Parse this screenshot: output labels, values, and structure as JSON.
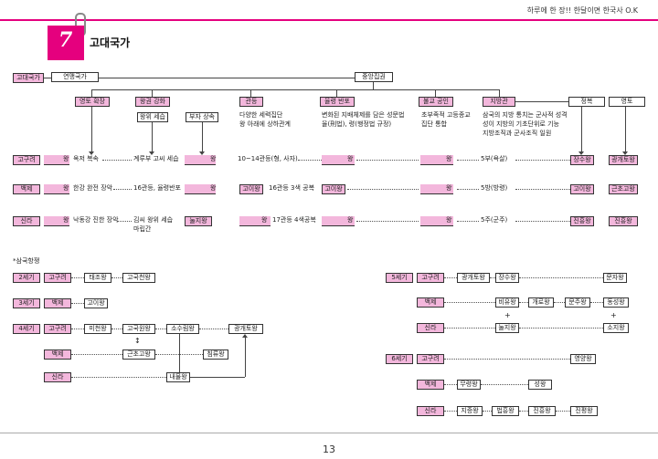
{
  "header": {
    "tagline": "하루에 한 장!! 한달이면 한국사 O.K"
  },
  "chapter": {
    "number": "7",
    "title": "고대국가"
  },
  "diagram": {
    "root": "고대국가",
    "yeonmaeng": "연맹국가",
    "jungang": "중앙집권",
    "features": [
      "영토 확장",
      "왕권 강화",
      "관등",
      "율령 반포",
      "불교 공인",
      "지방관"
    ],
    "jeongbok": "정복",
    "yeongto": "영토",
    "wanggwon_sub": "왕위 세습",
    "buja": "부자 상속",
    "gwandeung_desc": [
      "다양한 세력집단",
      "왕 아래에 상하관계"
    ],
    "yullyeong_desc": [
      "변화된 지배체제를 담은 성문법",
      "율(刑법), 령(행정법 규정)"
    ],
    "bulgyo_desc": [
      "초부족적 고등종교",
      "집단 통합"
    ],
    "jibang_desc": [
      "삼국의 지방 통치는 군사적 성격",
      "성이 지방의 기초단위로 기능",
      "지방조직과 군사조직 일원"
    ],
    "rows": [
      {
        "kingdom": "고구려",
        "wang": "왕",
        "t1": "옥저 복속",
        "t2": "계루부 고씨 세습",
        "t3": "왕",
        "t4": "10~14관등(형, 사자)",
        "t5": "왕",
        "t6": "왕",
        "t7": "5부(욕살)",
        "k1": "장수왕",
        "k2": "광개토왕"
      },
      {
        "kingdom": "백제",
        "wang": "왕",
        "t1": "한강 완전 장악",
        "t2": "16관등, 율령반포",
        "t3": "왕",
        "king_mid": "고이왕",
        "t4": "16관등 3색 공복",
        "t5": "고이왕",
        "t6": "왕",
        "t7": "5방(방령)",
        "k1": "고이왕",
        "k2": "근초고왕"
      },
      {
        "kingdom": "신라",
        "wang": "왕",
        "t1": "낙동강 진한 장악",
        "t2": "김씨 왕위 세습",
        "t2b": "마립간",
        "king_mid": "눌지왕",
        "t3": "왕",
        "t4": "17관등 4색공복",
        "t5": "왕",
        "t6": "왕",
        "t7": "5주(군주)",
        "k1": "진흥왕",
        "k2": "진흥왕"
      }
    ]
  },
  "table2": {
    "title": "*삼국항쟁",
    "left": [
      {
        "century": "2세기",
        "kingdom": "고구려",
        "kings": [
          "태조왕",
          "고국천왕"
        ]
      },
      {
        "century": "3세기",
        "kingdom": "백제",
        "kings": [
          "고이왕"
        ]
      },
      {
        "century": "4세기",
        "kingdom": "고구려",
        "kings": [
          "미천왕",
          "고국원왕",
          "소수림왕",
          "광개토왕"
        ]
      },
      {
        "kingdom": "백제",
        "kings": [
          "근초고왕",
          "침류왕"
        ]
      },
      {
        "kingdom": "신라",
        "kings": [
          "내물왕"
        ]
      }
    ],
    "right": [
      {
        "century": "5세기",
        "kingdom": "고구려",
        "kings": [
          "광개토왕",
          "장수왕",
          "문자왕"
        ]
      },
      {
        "kingdom": "백제",
        "kings": [
          "비유왕",
          "개로왕",
          "문주왕",
          "동성왕"
        ]
      },
      {
        "kingdom": "신라",
        "kings": [
          "눌지왕",
          "소지왕"
        ]
      },
      {
        "century": "6세기",
        "kingdom": "고구려",
        "kings": [
          "영양왕"
        ]
      },
      {
        "kingdom": "백제",
        "kings": [
          "무령왕",
          "성왕"
        ]
      },
      {
        "kingdom": "신라",
        "kings": [
          "지증왕",
          "법흥왕",
          "진흥왕",
          "진평왕"
        ]
      }
    ],
    "plus": "+",
    "arrow_up": "↕"
  },
  "page_number": "13"
}
